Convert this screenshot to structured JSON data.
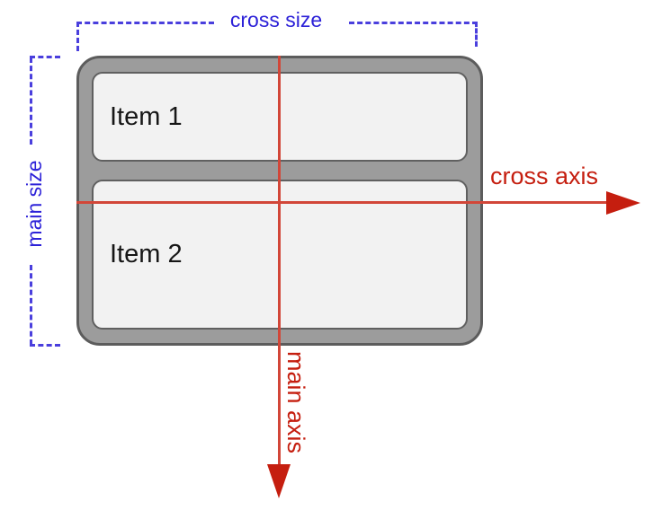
{
  "diagram_title": "flexbox-axes-diagram",
  "container": {
    "items": [
      {
        "label": "Item 1"
      },
      {
        "label": "Item 2"
      }
    ]
  },
  "labels": {
    "cross_size": "cross size",
    "main_size": "main size",
    "cross_axis": "cross axis",
    "main_axis": "main axis"
  },
  "colors": {
    "size_label_blue": "#2d22d8",
    "size_bracket_blue": "#4a3fdd",
    "axis_label_red": "#c51e0f",
    "axis_line_red": "#d24638",
    "container_fill": "#9c9c9c",
    "container_border": "#5c5c5c",
    "item_fill": "#f2f2f2",
    "item_border": "#606060",
    "item_text": "#161616",
    "background": "#ffffff"
  }
}
